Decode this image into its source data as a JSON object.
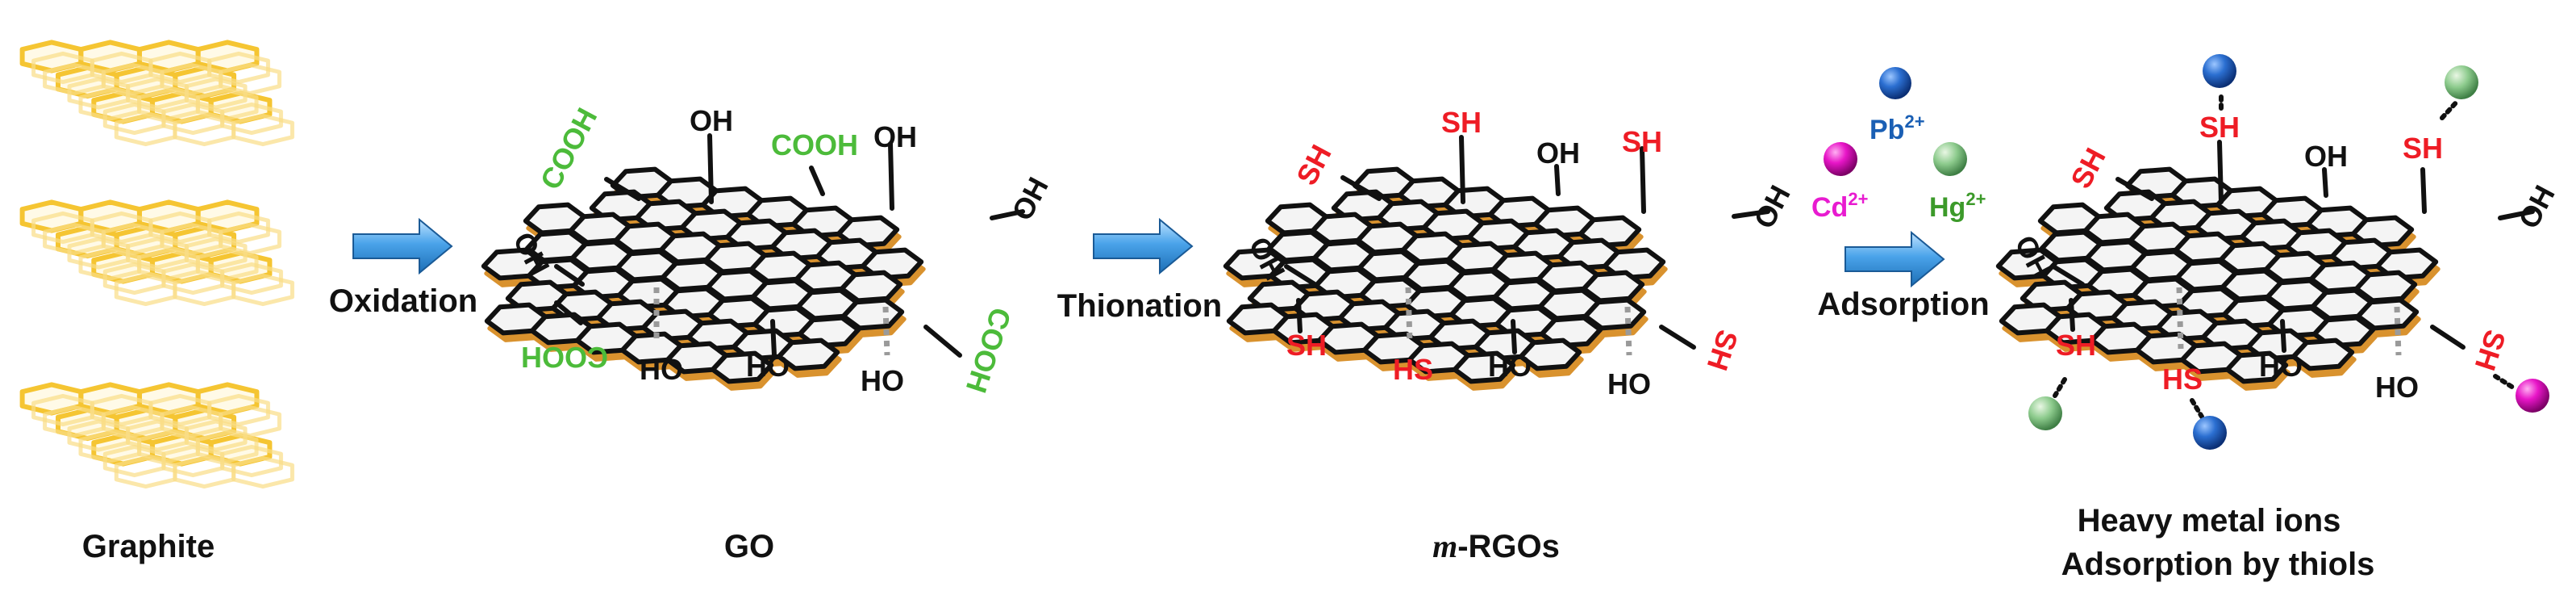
{
  "colors": {
    "background": "#ffffff",
    "hex_stroke": "#111111",
    "hex_face": "#f4f4f4",
    "hex_shadow": "#d9922e",
    "graphite_gold": "#f2c94c",
    "green_text": "#4cbb3a",
    "red_text": "#ee1c25",
    "black_text": "#111111",
    "dashed_bond": "#9a9a9a",
    "arrow_fill": "#3a95d8",
    "pb_color": "#1a5fb4",
    "cd_color": "#e81bd0",
    "hg_color": "#3c9a2a",
    "ion_blue": "#1d5fb0",
    "ion_green": "#8cc88c",
    "ion_magenta": "#e816c8"
  },
  "stages": {
    "graphite": {
      "caption": "Graphite"
    },
    "go": {
      "caption": "GO"
    },
    "mrgo": {
      "caption_italic": "m",
      "caption_rest": "-RGOs"
    },
    "final": {
      "caption_line1": "Heavy metal ions",
      "caption_line2": "Adsorption by thiols"
    }
  },
  "arrows": [
    {
      "label": "Oxidation"
    },
    {
      "label": "Thionation"
    },
    {
      "label": "Adsorption"
    }
  ],
  "functional_groups": {
    "cooh": "COOH",
    "oh": "OH",
    "ho": "HO",
    "sh": "SH",
    "hs": "HS"
  },
  "ions": [
    {
      "symbol": "Pb",
      "charge": "2+",
      "color_key": "pb_color"
    },
    {
      "symbol": "Cd",
      "charge": "2+",
      "color_key": "cd_color"
    },
    {
      "symbol": "Hg",
      "charge": "2+",
      "color_key": "hg_color"
    }
  ]
}
